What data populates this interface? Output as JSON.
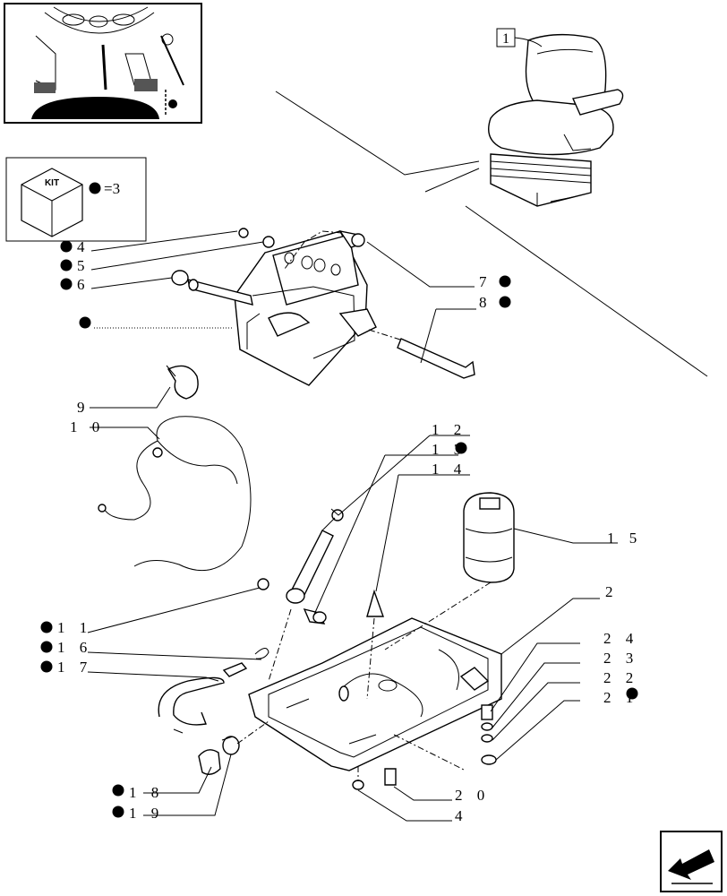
{
  "kit": {
    "label": "KIT",
    "equals_text": "=3"
  },
  "callouts": {
    "main_ref": "1",
    "c4a": "4",
    "c5": "5",
    "c6": "6",
    "c7": "7",
    "c8": "8",
    "c9": "9",
    "c10": "1 0",
    "c11": "1 1",
    "c12": "1 2",
    "c13": "1 3",
    "c14": "1 4",
    "c15": "1 5",
    "c16": "1 6",
    "c17": "1 7",
    "c18": "1 8",
    "c19": "1 9",
    "c2": "2",
    "c20": "2 0",
    "c4b": "4",
    "c21": "2 1",
    "c22": "2 2",
    "c23": "2 3",
    "c24": "2 4"
  },
  "icons": {
    "thumbnail": "tractor-cab-thumbnail",
    "kit_box": "kit-box-icon",
    "next_page": "next-page-arrow-icon",
    "bullet": "filled-circle-bullet"
  },
  "colors": {
    "ink": "#000000",
    "paper": "#ffffff"
  }
}
